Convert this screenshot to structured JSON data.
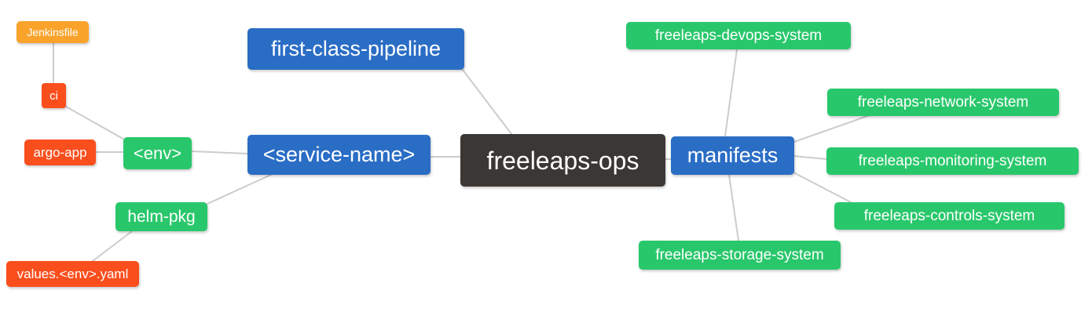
{
  "diagram": {
    "colors": {
      "blue": "#2a6dc5",
      "green": "#29c76b",
      "orange_red": "#fa4e1d",
      "amber": "#f9a32b",
      "dark": "#3b3734",
      "edge": "#cccccc",
      "node_text": "#ffffff",
      "background": "#ffffff"
    },
    "nodes": [
      {
        "id": "jenkinsfile",
        "label": "Jenkinsfile",
        "color": "#f9a32b"
      },
      {
        "id": "ci",
        "label": "ci",
        "color": "#fa4e1d"
      },
      {
        "id": "argo-app",
        "label": "argo-app",
        "color": "#fa4e1d"
      },
      {
        "id": "env",
        "label": "<env>",
        "color": "#29c76b"
      },
      {
        "id": "helm-pkg",
        "label": "helm-pkg",
        "color": "#29c76b"
      },
      {
        "id": "values-env-yaml",
        "label": "values.<env>.yaml",
        "color": "#fa4e1d"
      },
      {
        "id": "first-class-pipeline",
        "label": "first-class-pipeline",
        "color": "#2a6dc5"
      },
      {
        "id": "service-name",
        "label": "<service-name>",
        "color": "#2a6dc5"
      },
      {
        "id": "freeleaps-ops",
        "label": "freeleaps-ops",
        "color": "#3b3734"
      },
      {
        "id": "manifests",
        "label": "manifests",
        "color": "#2a6dc5"
      },
      {
        "id": "freeleaps-devops-system",
        "label": "freeleaps-devops-system",
        "color": "#29c76b"
      },
      {
        "id": "freeleaps-network-system",
        "label": "freeleaps-network-system",
        "color": "#29c76b"
      },
      {
        "id": "freeleaps-monitoring-system",
        "label": "freeleaps-monitoring-system",
        "color": "#29c76b"
      },
      {
        "id": "freeleaps-controls-system",
        "label": "freeleaps-controls-system",
        "color": "#29c76b"
      },
      {
        "id": "freeleaps-storage-system",
        "label": "freeleaps-storage-system",
        "color": "#29c76b"
      }
    ],
    "edges": [
      {
        "from": "jenkinsfile",
        "to": "ci"
      },
      {
        "from": "ci",
        "to": "env"
      },
      {
        "from": "argo-app",
        "to": "env"
      },
      {
        "from": "env",
        "to": "service-name"
      },
      {
        "from": "helm-pkg",
        "to": "service-name"
      },
      {
        "from": "values-env-yaml",
        "to": "helm-pkg"
      },
      {
        "from": "first-class-pipeline",
        "to": "freeleaps-ops"
      },
      {
        "from": "service-name",
        "to": "freeleaps-ops"
      },
      {
        "from": "freeleaps-ops",
        "to": "manifests"
      },
      {
        "from": "manifests",
        "to": "freeleaps-devops-system"
      },
      {
        "from": "manifests",
        "to": "freeleaps-network-system"
      },
      {
        "from": "manifests",
        "to": "freeleaps-monitoring-system"
      },
      {
        "from": "manifests",
        "to": "freeleaps-controls-system"
      },
      {
        "from": "manifests",
        "to": "freeleaps-storage-system"
      }
    ]
  }
}
